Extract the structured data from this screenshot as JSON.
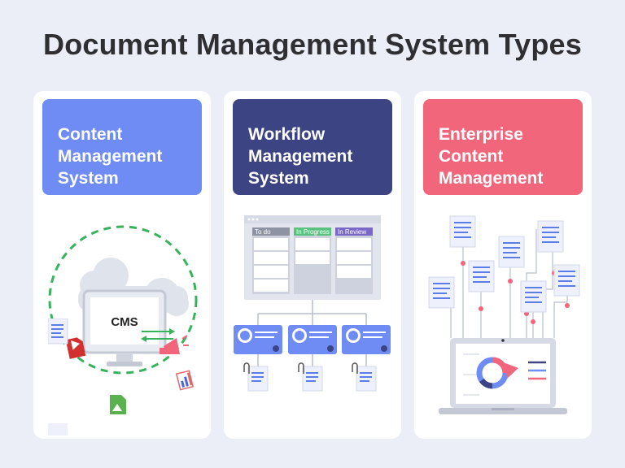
{
  "page": {
    "title": "Document Management System Types"
  },
  "cards": [
    {
      "lines": [
        "Content",
        "Management",
        "System"
      ],
      "color": "#6f8cf5",
      "center_label": "CMS"
    },
    {
      "lines": [
        "Workflow",
        "Management",
        "System"
      ],
      "color": "#3c4484",
      "board_columns": [
        "To do",
        "In Progress",
        "In Review"
      ],
      "column_colors": [
        "#8d93a3",
        "#58c27e",
        "#7a68c9"
      ]
    },
    {
      "lines": [
        "Enterprise",
        "Content",
        "Management"
      ],
      "color": "#f2667c"
    }
  ]
}
